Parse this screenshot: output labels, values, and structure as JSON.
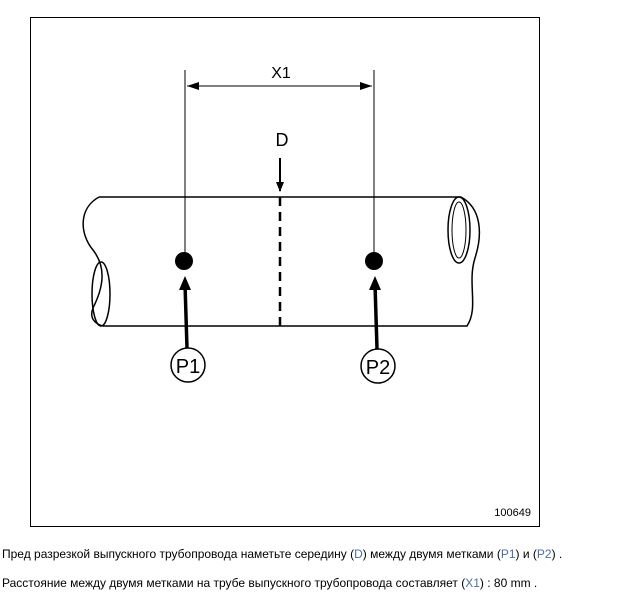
{
  "figure": {
    "dimension_label": "X1",
    "center_label": "D",
    "mark_1_label": "P1",
    "mark_2_label": "P2",
    "figure_number": "100649"
  },
  "caption": {
    "line1": {
      "part1": "Пред разрезкой выпускного трубопровода наметьте середину (",
      "ref1": "D",
      "part2": ") между двумя метками (",
      "ref2": "P1",
      "part3": ") и (",
      "ref3": "P2",
      "part4": ") ."
    },
    "line2": {
      "part1": "Расстояние между двумя метками на трубе выпускного трубопровода составляет (",
      "ref1": "X1",
      "part2": ") : 80 mm ."
    }
  },
  "colors": {
    "reference_text": "#4a6fa5",
    "line": "#000000"
  }
}
